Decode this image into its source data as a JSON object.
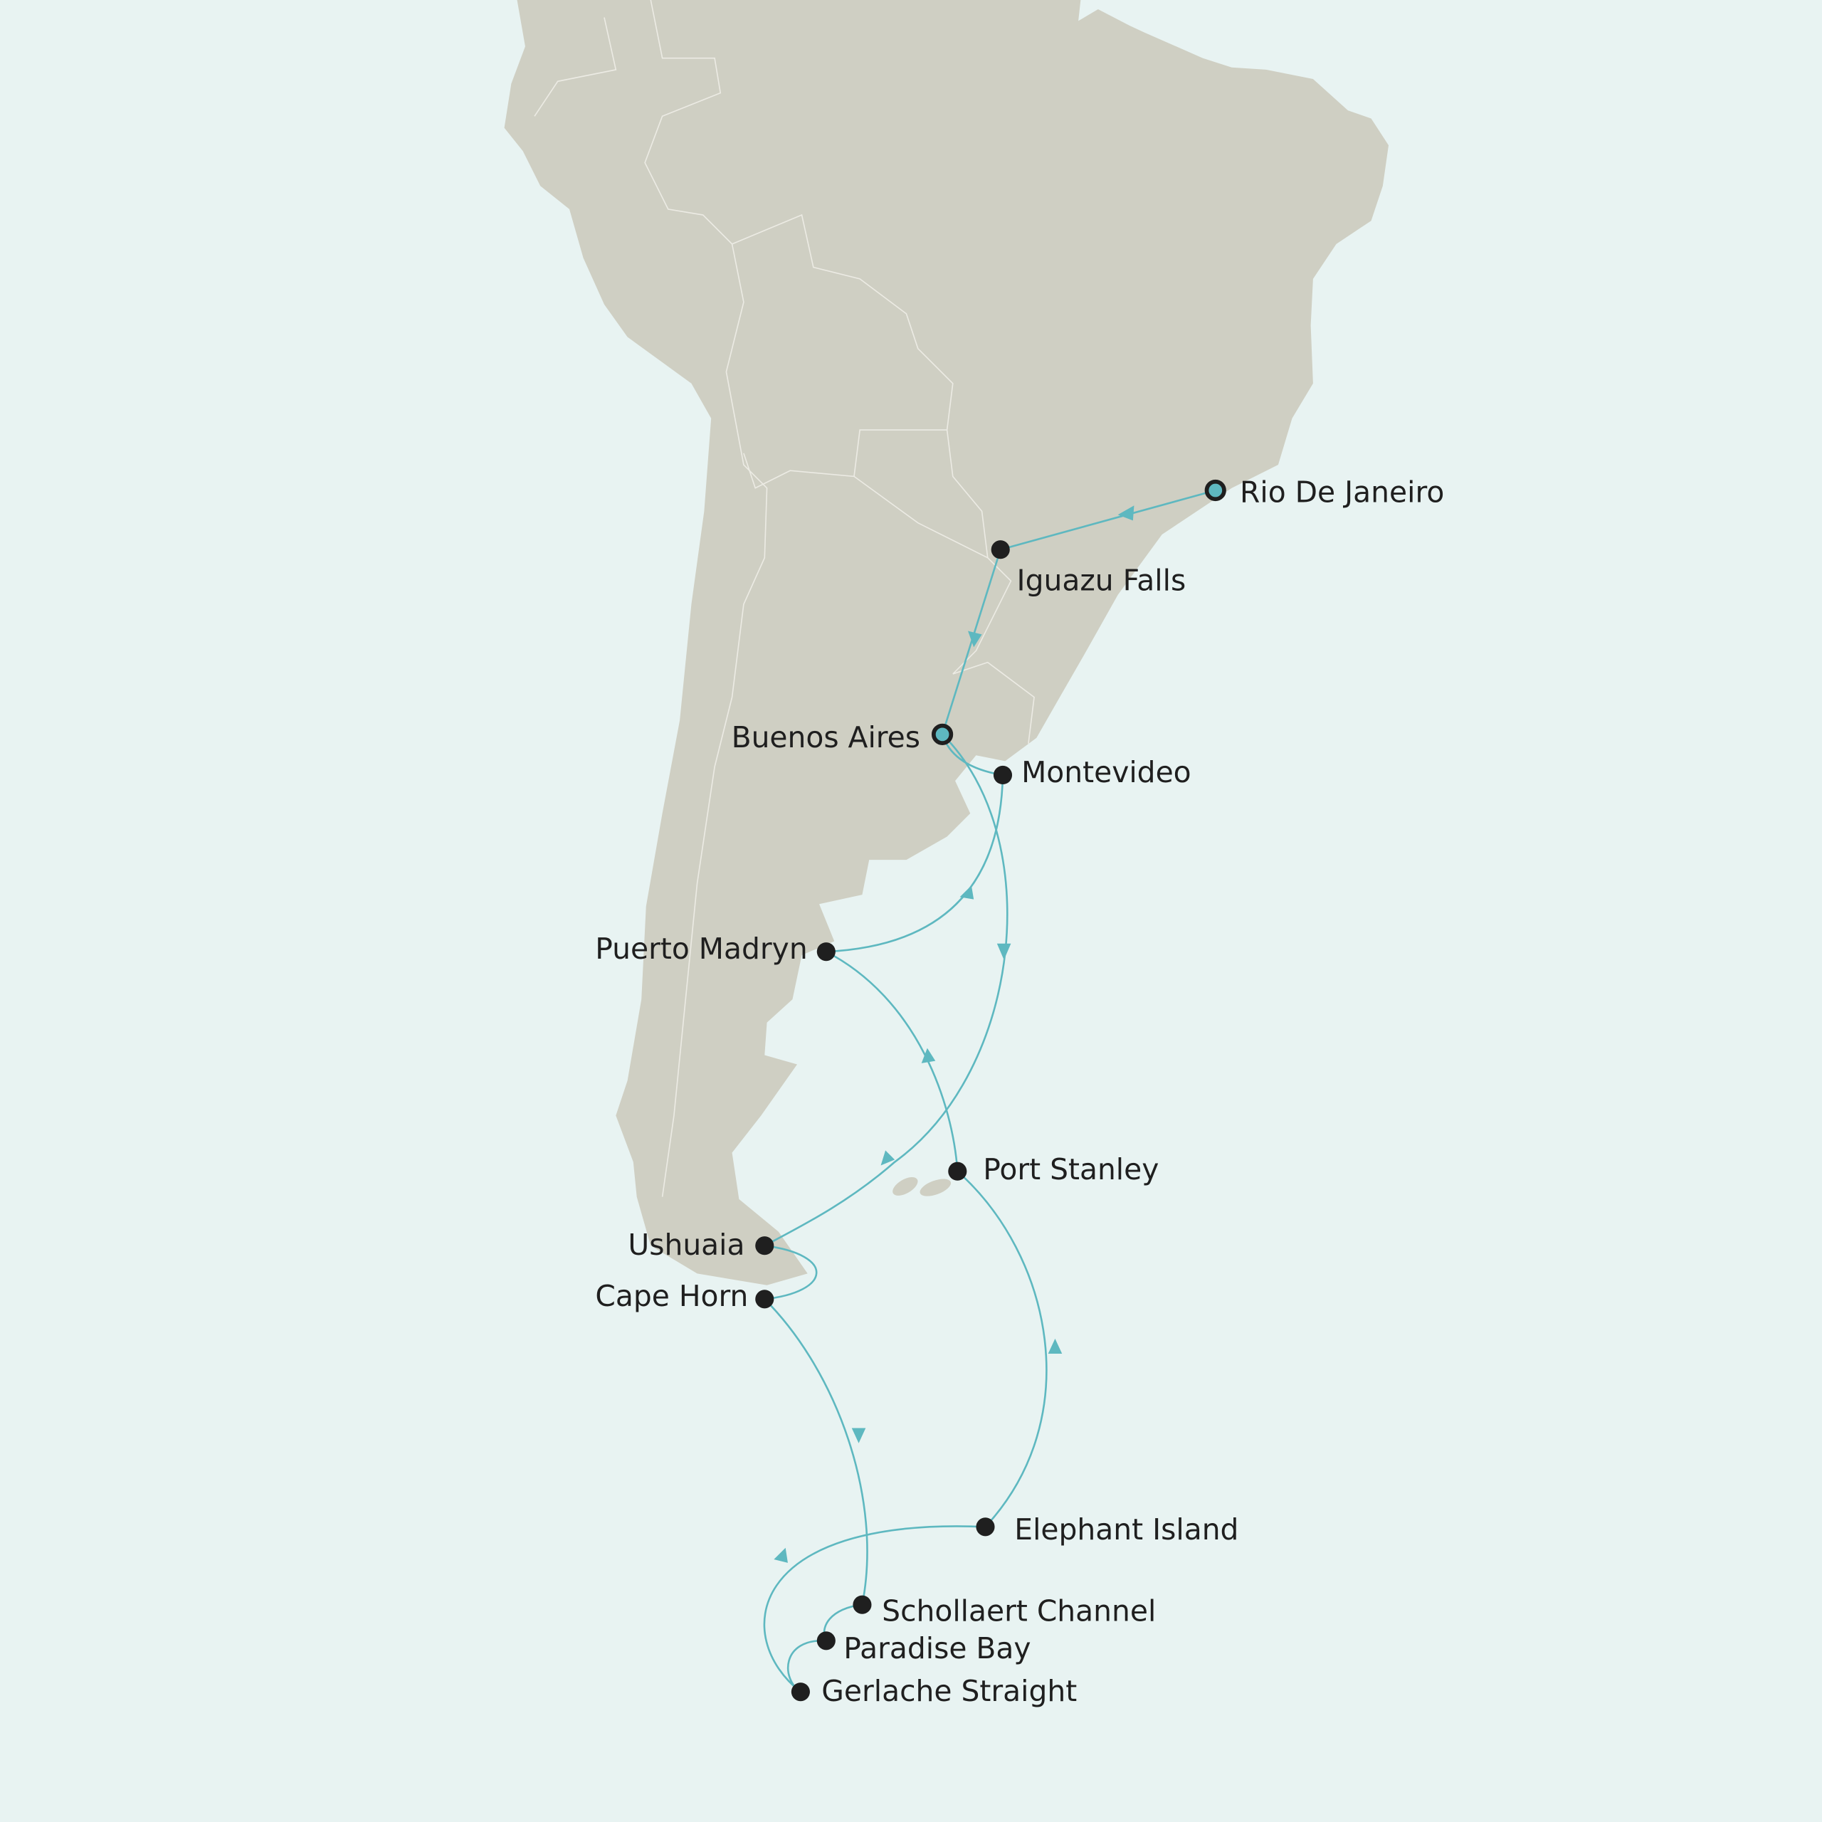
{
  "map": {
    "colors": {
      "ocean": "#e8f3f2",
      "land": "#cfcfc3",
      "route": "#5eb8c0",
      "stop": "#1f1f1f"
    },
    "stops": [
      {
        "name": "Rio De Janeiro",
        "type": "port-of-call-endpoint"
      },
      {
        "name": "Iguazu Falls",
        "type": "stop"
      },
      {
        "name": "Buenos Aires",
        "type": "port-of-call-endpoint"
      },
      {
        "name": "Montevideo",
        "type": "stop"
      },
      {
        "name": "Puerto Madryn",
        "type": "stop"
      },
      {
        "name": "Port Stanley",
        "type": "stop"
      },
      {
        "name": "Ushuaia",
        "type": "stop"
      },
      {
        "name": "Cape Horn",
        "type": "stop"
      },
      {
        "name": "Elephant Island",
        "type": "stop"
      },
      {
        "name": "Schollaert Channel",
        "type": "stop"
      },
      {
        "name": "Paradise Bay",
        "type": "stop"
      },
      {
        "name": "Gerlache Straight",
        "type": "stop"
      }
    ]
  }
}
